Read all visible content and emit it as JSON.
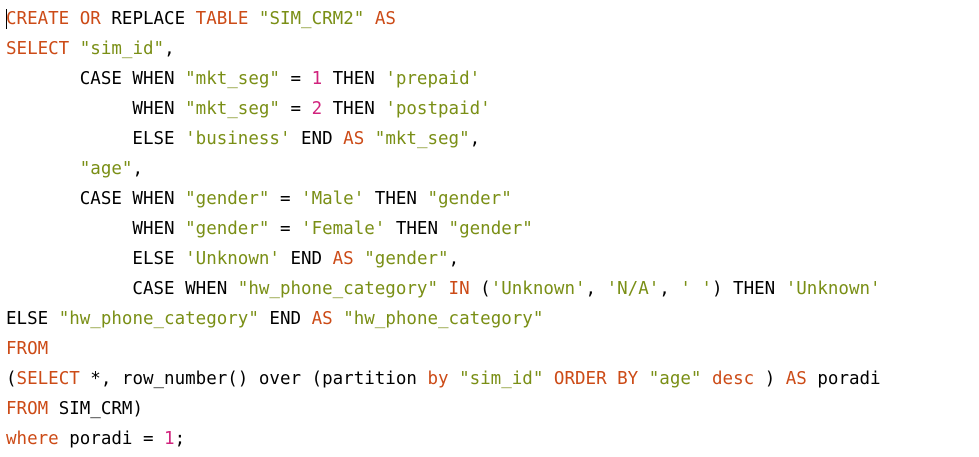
{
  "editor": {
    "language": "sql",
    "colors": {
      "keyword": "#cc4b17",
      "string": "#7a8f16",
      "number": "#d1237d",
      "plain": "#000000",
      "background": "#ffffff"
    },
    "lines": [
      [
        [
          "kw",
          "CREATE"
        ],
        [
          "plain",
          " "
        ],
        [
          "kw",
          "OR"
        ],
        [
          "plain",
          " REPLACE "
        ],
        [
          "kw",
          "TABLE"
        ],
        [
          "plain",
          " "
        ],
        [
          "str",
          "\"SIM_CRM2\""
        ],
        [
          "plain",
          " "
        ],
        [
          "kw",
          "AS"
        ]
      ],
      [
        [
          "kw",
          "SELECT"
        ],
        [
          "plain",
          " "
        ],
        [
          "str",
          "\"sim_id\""
        ],
        [
          "plain",
          ","
        ]
      ],
      [
        [
          "plain",
          "       CASE WHEN "
        ],
        [
          "str",
          "\"mkt_seg\""
        ],
        [
          "plain",
          " = "
        ],
        [
          "num",
          "1"
        ],
        [
          "plain",
          " THEN "
        ],
        [
          "str",
          "'prepaid'"
        ]
      ],
      [
        [
          "plain",
          "            WHEN "
        ],
        [
          "str",
          "\"mkt_seg\""
        ],
        [
          "plain",
          " = "
        ],
        [
          "num",
          "2"
        ],
        [
          "plain",
          " THEN "
        ],
        [
          "str",
          "'postpaid'"
        ]
      ],
      [
        [
          "plain",
          "            ELSE "
        ],
        [
          "str",
          "'business'"
        ],
        [
          "plain",
          " END "
        ],
        [
          "kw",
          "AS"
        ],
        [
          "plain",
          " "
        ],
        [
          "str",
          "\"mkt_seg\""
        ],
        [
          "plain",
          ","
        ]
      ],
      [
        [
          "plain",
          "       "
        ],
        [
          "str",
          "\"age\""
        ],
        [
          "plain",
          ","
        ]
      ],
      [
        [
          "plain",
          "       CASE WHEN "
        ],
        [
          "str",
          "\"gender\""
        ],
        [
          "plain",
          " = "
        ],
        [
          "str",
          "'Male'"
        ],
        [
          "plain",
          " THEN "
        ],
        [
          "str",
          "\"gender\""
        ]
      ],
      [
        [
          "plain",
          "            WHEN "
        ],
        [
          "str",
          "\"gender\""
        ],
        [
          "plain",
          " = "
        ],
        [
          "str",
          "'Female'"
        ],
        [
          "plain",
          " THEN "
        ],
        [
          "str",
          "\"gender\""
        ]
      ],
      [
        [
          "plain",
          "            ELSE "
        ],
        [
          "str",
          "'Unknown'"
        ],
        [
          "plain",
          " END "
        ],
        [
          "kw",
          "AS"
        ],
        [
          "plain",
          " "
        ],
        [
          "str",
          "\"gender\""
        ],
        [
          "plain",
          ","
        ]
      ],
      [
        [
          "plain",
          "            CASE WHEN "
        ],
        [
          "str",
          "\"hw_phone_category\""
        ],
        [
          "plain",
          " "
        ],
        [
          "kw",
          "IN"
        ],
        [
          "plain",
          " ("
        ],
        [
          "str",
          "'Unknown'"
        ],
        [
          "plain",
          ", "
        ],
        [
          "str",
          "'N/A'"
        ],
        [
          "plain",
          ", "
        ],
        [
          "str",
          "' '"
        ],
        [
          "plain",
          ") THEN "
        ],
        [
          "str",
          "'Unknown'"
        ]
      ],
      [
        [
          "plain",
          "ELSE "
        ],
        [
          "str",
          "\"hw_phone_category\""
        ],
        [
          "plain",
          " END "
        ],
        [
          "kw",
          "AS"
        ],
        [
          "plain",
          " "
        ],
        [
          "str",
          "\"hw_phone_category\""
        ]
      ],
      [
        [
          "kw",
          "FROM"
        ]
      ],
      [
        [
          "plain",
          "("
        ],
        [
          "kw",
          "SELECT"
        ],
        [
          "plain",
          " *, row_number() over (partition "
        ],
        [
          "kw",
          "by"
        ],
        [
          "plain",
          " "
        ],
        [
          "str",
          "\"sim_id\""
        ],
        [
          "plain",
          " "
        ],
        [
          "kw",
          "ORDER BY"
        ],
        [
          "plain",
          " "
        ],
        [
          "str",
          "\"age\""
        ],
        [
          "plain",
          " "
        ],
        [
          "kw",
          "desc"
        ],
        [
          "plain",
          " ) "
        ],
        [
          "kw",
          "AS"
        ],
        [
          "plain",
          " poradi"
        ]
      ],
      [
        [
          "kw",
          "FROM"
        ],
        [
          "plain",
          " SIM_CRM)"
        ]
      ],
      [
        [
          "kw",
          "where"
        ],
        [
          "plain",
          " poradi = "
        ],
        [
          "num",
          "1"
        ],
        [
          "plain",
          ";"
        ]
      ]
    ]
  }
}
